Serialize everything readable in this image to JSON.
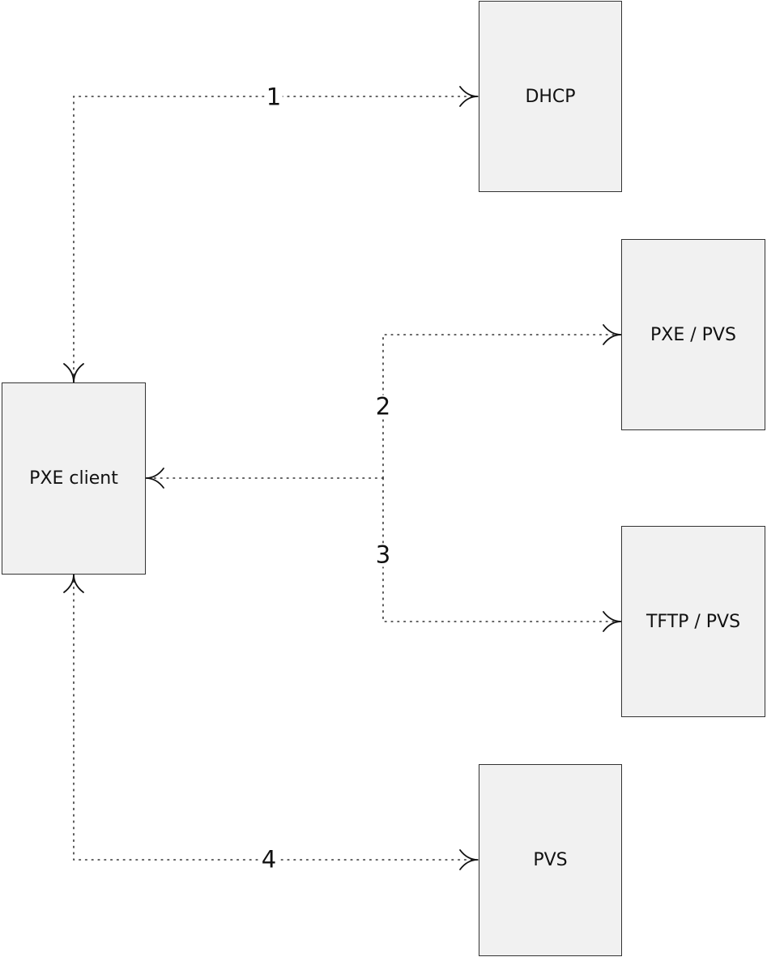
{
  "nodes": {
    "dhcp": "DHCP",
    "pxe_pvs": "PXE / PVS",
    "pxe_client": "PXE client",
    "tftp_pvs": "TFTP / PVS",
    "pvs": "PVS"
  },
  "steps": [
    "1",
    "2",
    "3",
    "4"
  ],
  "colors": {
    "node_fill": "#f1f1f1",
    "node_border": "#333333",
    "connector": "#333333"
  }
}
